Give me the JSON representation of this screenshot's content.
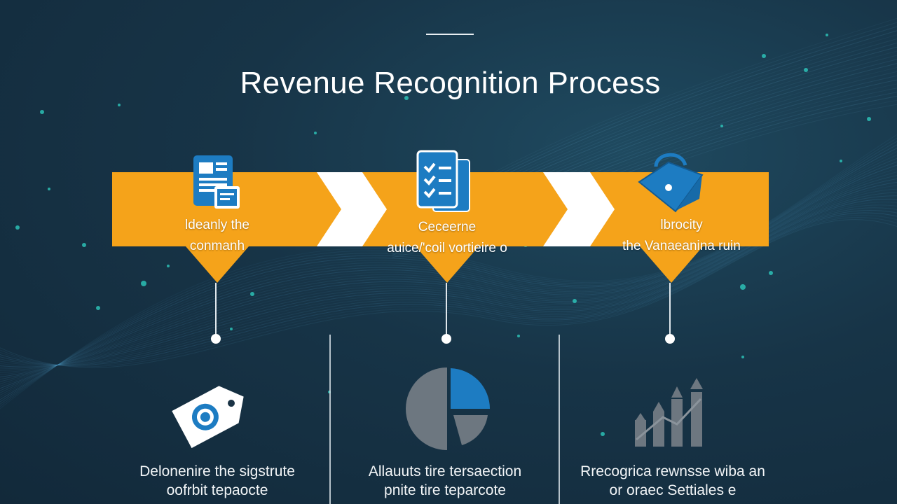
{
  "title": "Revenue Recognition Process",
  "colors": {
    "accent": "#f5a31a",
    "arrow_separator": "#ffffff",
    "icon_blue": "#1d7cc2",
    "icon_grey": "#707a84",
    "background": "#173447",
    "particle": "#2fd3c4"
  },
  "steps": [
    {
      "icon": "document-icon",
      "label_line1": "ldeanly the",
      "label_line2": "conmanh"
    },
    {
      "icon": "checklist-icon",
      "label_line1": "Ceceerne",
      "label_line2": "auice/'coil vortieire o"
    },
    {
      "icon": "shopping-bag-icon",
      "label_line1": "lbrocity",
      "label_line2": "the Vanaeanina ruin"
    }
  ],
  "columns": [
    {
      "icon": "price-tag-icon",
      "line1": "Delonenire the sigstrute",
      "line2": "oofrbit tepaocte"
    },
    {
      "icon": "pie-chart-icon",
      "line1": "Allauuts tire tersaection",
      "line2": "pnite tire teparcote"
    },
    {
      "icon": "growth-chart-icon",
      "line1": "Rrecogrica rewnsse wiba an",
      "line2": "or oraec Settiales e"
    }
  ]
}
